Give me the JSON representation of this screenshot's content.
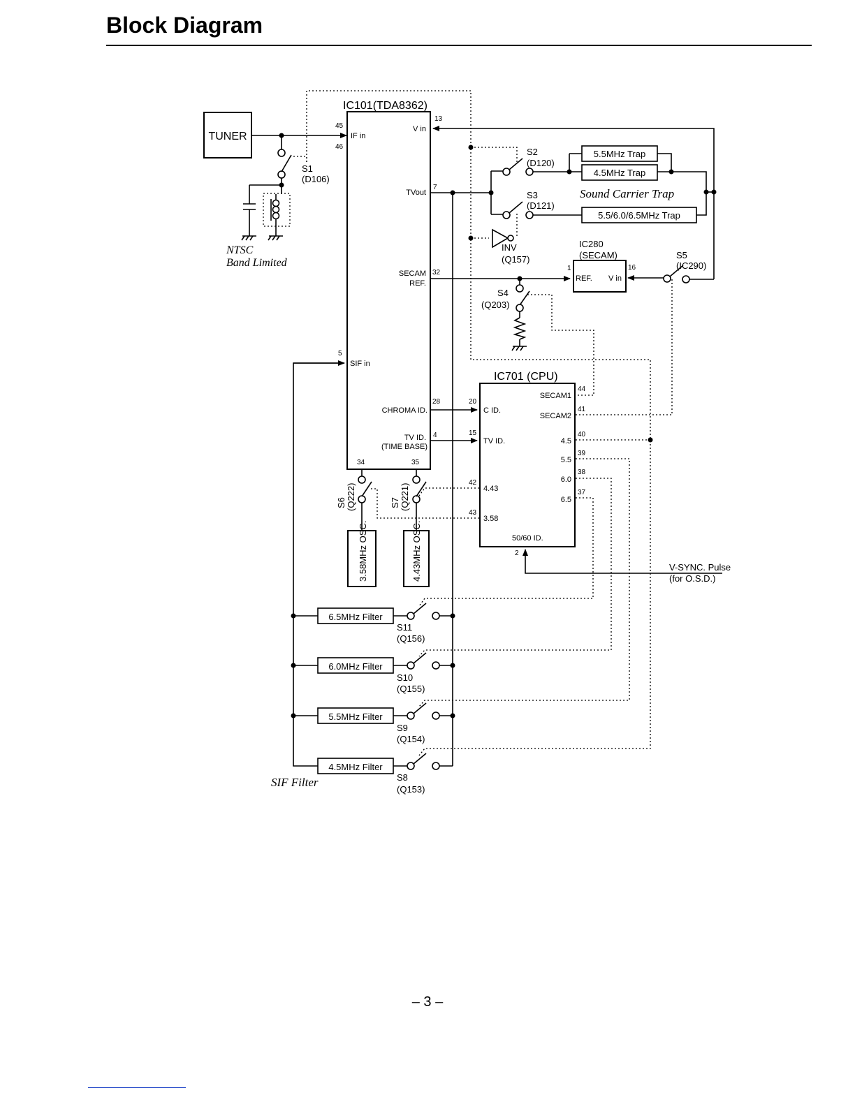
{
  "page": {
    "title": "Block Diagram",
    "page_number": "– 3 –"
  },
  "blocks": {
    "tuner": "TUNER",
    "ic101": "IC101(TDA8362)",
    "ic280": "IC280",
    "ic280_sub": "(SECAM)",
    "ic701": "IC701 (CPU)",
    "osc_358": "3.58MHz OSC.",
    "osc_443": "4.43MHz OSC."
  },
  "traps": {
    "t55": "5.5MHz Trap",
    "t45": "4.5MHz Trap",
    "t_multi": "5.5/6.0/6.5MHz Trap",
    "group_label": "Sound Carrier Trap"
  },
  "filters": {
    "f65": "6.5MHz Filter",
    "f60": "6.0MHz Filter",
    "f55": "5.5MHz Filter",
    "f45": "4.5MHz Filter",
    "group_label": "SIF Filter"
  },
  "switches": {
    "s1": "S1",
    "s1_part": "(D106)",
    "s2": "S2",
    "s2_part": "(D120)",
    "s3": "S3",
    "s3_part": "(D121)",
    "s4": "S4",
    "s4_part": "(Q203)",
    "s5": "S5",
    "s5_part": "(IC290)",
    "s6": "S6",
    "s6_part": "(Q222)",
    "s7": "S7",
    "s7_part": "(Q221)",
    "s8": "S8",
    "s8_part": "(Q153)",
    "s9": "S9",
    "s9_part": "(Q154)",
    "s10": "S10",
    "s10_part": "(Q155)",
    "s11": "S11",
    "s11_part": "(Q156)",
    "inv": "INV",
    "inv_part": "(Q157)"
  },
  "ic101_pins": {
    "p45": "45",
    "p46": "46",
    "p13": "13",
    "p7": "7",
    "p32": "32",
    "p5": "5",
    "p28": "28",
    "p4": "4",
    "p34": "34",
    "p35": "35",
    "if_in": "IF in",
    "v_in": "V in",
    "tvout": "TVout",
    "secam": "SECAM",
    "ref": "REF.",
    "sif_in": "SIF in",
    "chroma_id": "CHROMA ID.",
    "tv_id": "TV ID.",
    "time_base": "(TIME BASE)"
  },
  "ic280_pins": {
    "p1": "1",
    "p16": "16",
    "ref": "REF.",
    "v_in": "V in"
  },
  "ic701_pins": {
    "p20": "20",
    "p15": "15",
    "p42": "42",
    "p43": "43",
    "p2": "2",
    "p44": "44",
    "p41": "41",
    "p40": "40",
    "p39": "39",
    "p38": "38",
    "p37": "37",
    "c_id": "C ID.",
    "tv_id": "TV ID.",
    "f443": "4.43",
    "f358": "3.58",
    "secam1": "SECAM1",
    "secam2": "SECAM2",
    "o45": "4.5",
    "o55": "5.5",
    "o60": "6.0",
    "o65": "6.5",
    "id5060": "50/60 ID."
  },
  "notes": {
    "ntsc": "NTSC",
    "band_limited": "Band Limited",
    "vsync": "V-SYNC. Pulse",
    "for_osd": "(for O.S.D.)"
  }
}
